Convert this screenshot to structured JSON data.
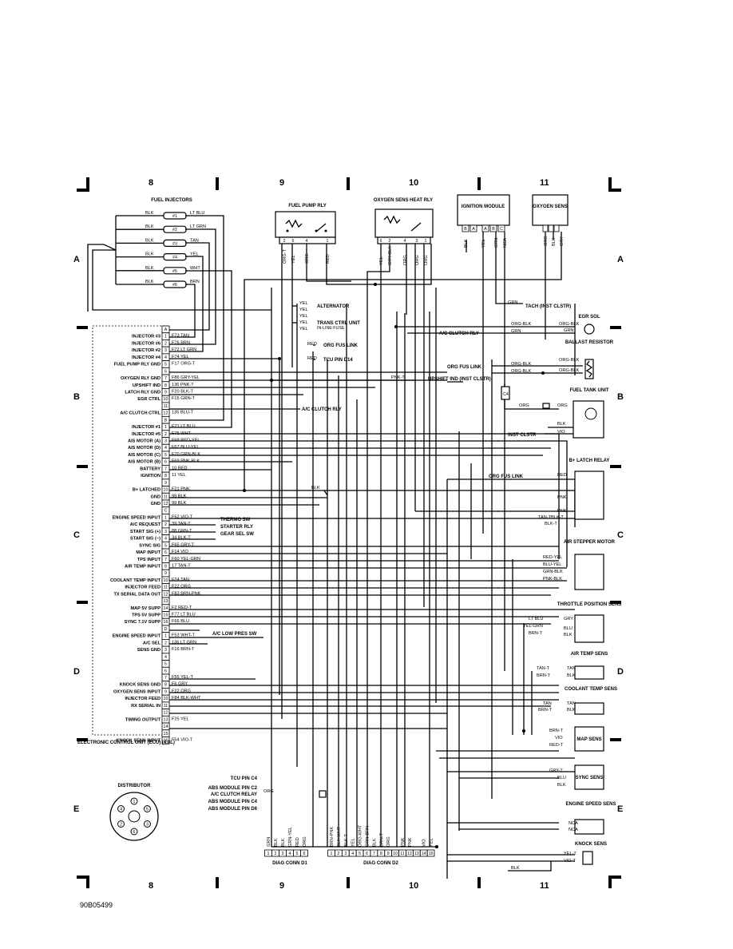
{
  "sheet": {
    "columns": [
      "8",
      "9",
      "10",
      "11"
    ],
    "rows": [
      "A",
      "B",
      "C",
      "D",
      "E"
    ],
    "figure_id": "90B05499"
  },
  "ecu": {
    "title": "ELECTRONIC CONTROL UNIT (ECU) (4.0L)",
    "pins": [
      {
        "pin": "A",
        "func": "",
        "wire": ""
      },
      {
        "pin": "1",
        "func": "INJECTOR #3",
        "wire": "F73 TAN"
      },
      {
        "pin": "2",
        "func": "INJECTOR #6",
        "wire": "F76 BRN"
      },
      {
        "pin": "3",
        "func": "INJECTOR #2",
        "wire": "F72 LT GRN"
      },
      {
        "pin": "4",
        "func": "INJECTOR #4",
        "wire": "F74 YEL"
      },
      {
        "pin": "5",
        "func": "FUEL PUMP RLY GND",
        "wire": "F17 ORG-T"
      },
      {
        "pin": "6",
        "func": "",
        "wire": ""
      },
      {
        "pin": "7",
        "func": "OXYGEN RLY GND",
        "wire": "F86 GRY-YEL"
      },
      {
        "pin": "8",
        "func": "UPSHIFT IND",
        "wire": "136 PNK-T"
      },
      {
        "pin": "9",
        "func": "LATCH RLY GND",
        "wire": "F20 BLK-T"
      },
      {
        "pin": "10",
        "func": "EGR CTRL",
        "wire": "F15 GRN-T"
      },
      {
        "pin": "11",
        "func": "",
        "wire": ""
      },
      {
        "pin": "12",
        "func": "A/C CLUTCH CTRL",
        "wire": "135 BLU-T"
      },
      {
        "pin": "B",
        "func": "",
        "wire": ""
      },
      {
        "pin": "1",
        "func": "INJECTOR #1",
        "wire": "F71 LT BLU"
      },
      {
        "pin": "2",
        "func": "INJECTOR #5",
        "wire": "F75 WHT"
      },
      {
        "pin": "3",
        "func": "AIS MOTOR (A)",
        "wire": "F68 RED-YEL"
      },
      {
        "pin": "4",
        "func": "AIS MOTOR (D)",
        "wire": "F67 BLU-YEL"
      },
      {
        "pin": "5",
        "func": "AIS MOTOR (C)",
        "wire": "F70 GRN-BLK"
      },
      {
        "pin": "6",
        "func": "AIS MOTOR (B)",
        "wire": "F69 PNK-BLK"
      },
      {
        "pin": "7",
        "func": "BATTERY",
        "wire": "10 RED"
      },
      {
        "pin": "8",
        "func": "IGNITION",
        "wire": "11 YEL"
      },
      {
        "pin": "9",
        "func": "",
        "wire": ""
      },
      {
        "pin": "10",
        "func": "B+ LATCHED",
        "wire": "F21 PNK"
      },
      {
        "pin": "11",
        "func": "GND",
        "wire": "99 BLK"
      },
      {
        "pin": "12",
        "func": "GND",
        "wire": "99 BLK"
      },
      {
        "pin": "C",
        "func": "",
        "wire": ""
      },
      {
        "pin": "1",
        "func": "ENGINE SPEED INPUT",
        "wire": "F52 VIO-T"
      },
      {
        "pin": "2",
        "func": "A/C REQUEST",
        "wire": "39 TAN-T"
      },
      {
        "pin": "3",
        "func": "START SIG (+)",
        "wire": "88 GRN-T"
      },
      {
        "pin": "4",
        "func": "START SIG (−)",
        "wire": "34 BLK-T"
      },
      {
        "pin": "5",
        "func": "SYNC SIG",
        "wire": "F65 GRY-T"
      },
      {
        "pin": "6",
        "func": "MAP INPUT",
        "wire": "F14 VIO"
      },
      {
        "pin": "7",
        "func": "TPS INPUT",
        "wire": "F60 YEL-GRN"
      },
      {
        "pin": "8",
        "func": "AIR TEMP INPUT",
        "wire": "17 TAN-T"
      },
      {
        "pin": "9",
        "func": "",
        "wire": ""
      },
      {
        "pin": "10",
        "func": "COOLANT TEMP INPUT",
        "wire": "F24 TAN"
      },
      {
        "pin": "11",
        "func": "INJECTOR FEED",
        "wire": "F22 ORG"
      },
      {
        "pin": "12",
        "func": "TX SERIAL DATA OUT",
        "wire": "F83 BRN-PNK"
      },
      {
        "pin": "13",
        "func": "",
        "wire": ""
      },
      {
        "pin": "14",
        "func": "MAP 5V SUPP",
        "wire": "F2 RED-T"
      },
      {
        "pin": "15",
        "func": "TPS 5V SUPP",
        "wire": "F77 LT BLU"
      },
      {
        "pin": "16",
        "func": "SYNC 7.1V SUPP",
        "wire": "F66 BLU"
      },
      {
        "pin": "D",
        "func": "",
        "wire": ""
      },
      {
        "pin": "1",
        "func": "ENGINE SPEED INPUT",
        "wire": "F53 WHT-T"
      },
      {
        "pin": "2",
        "func": "A/C SEL",
        "wire": "136 LT GRN"
      },
      {
        "pin": "3",
        "func": "SENS GND",
        "wire": "F16 BRN-T"
      },
      {
        "pin": "4",
        "func": "",
        "wire": ""
      },
      {
        "pin": "5",
        "func": "",
        "wire": ""
      },
      {
        "pin": "6",
        "func": "",
        "wire": ""
      },
      {
        "pin": "7",
        "func": "",
        "wire": "F55 YEL-T"
      },
      {
        "pin": "8",
        "func": "KNOCK SENS GND",
        "wire": "F6 GRY"
      },
      {
        "pin": "9",
        "func": "OXYGEN SENS INPUT",
        "wire": "F22 ORG"
      },
      {
        "pin": "10",
        "func": "INJECTOR FEED",
        "wire": "F84 BLK-WHT"
      },
      {
        "pin": "11",
        "func": "RX SERIAL IN",
        "wire": ""
      },
      {
        "pin": "12",
        "func": "",
        "wire": ""
      },
      {
        "pin": "13",
        "func": "TIMING OUTPUT",
        "wire": "F25 YEL"
      },
      {
        "pin": "14",
        "func": "",
        "wire": ""
      },
      {
        "pin": "15",
        "func": "",
        "wire": ""
      },
      {
        "pin": "16",
        "func": "KNOCK SENS INPUT",
        "wire": "F54 VIO-T"
      }
    ]
  },
  "injectors": {
    "title": "FUEL INJECTORS",
    "items": [
      {
        "num": "#1",
        "left": "BLK",
        "right": "LT BLU"
      },
      {
        "num": "#2",
        "left": "BLK",
        "right": "LT GRN"
      },
      {
        "num": "#3",
        "left": "BLK",
        "right": "TAN"
      },
      {
        "num": "#4",
        "left": "BLK",
        "right": "YEL"
      },
      {
        "num": "#5",
        "left": "BLK",
        "right": "WHT"
      },
      {
        "num": "#6",
        "left": "BLK",
        "right": "BRN"
      }
    ]
  },
  "relays": {
    "fuel_pump": {
      "title": "FUEL PUMP RLY",
      "pins": [
        "2",
        "6",
        "4",
        "1"
      ],
      "wires": [
        "ORG-T",
        "YEL",
        "ORG",
        "RED"
      ]
    },
    "oxygen_heat": {
      "title": "OXYGEN SENS HEAT RLY",
      "pins": [
        "6",
        "2",
        "4",
        "3",
        "1"
      ],
      "wires": [
        "YEL",
        "GRY-BLK",
        "ORG",
        "ORG",
        "ORG"
      ]
    },
    "ignition_module": {
      "title": "IGNITION MODULE",
      "pins": [
        "B",
        "A",
        "A",
        "B",
        "C"
      ],
      "wires": [
        "BLK",
        "YEL",
        "GRN",
        "NCA"
      ]
    },
    "oxygen_sens": {
      "title": "OXYGEN SENS",
      "wires": [
        "ORG",
        "BLK",
        "GRY"
      ]
    }
  },
  "right_components": {
    "tach": "TACH (INST CLSTR)",
    "egr_sol": "EGR SOL",
    "ballast": "BALLAST RESISTOR",
    "fuel_tank": "FUEL TANK UNIT",
    "inst_clstr": "INST CLSTR",
    "latch_relay": "B+ LATCH RELAY",
    "air_stepper": "AIR STEPPER MOTOR",
    "throttle": "THROTTLE POSITION SENS",
    "air_temp": "AIR TEMP SENS",
    "coolant": "COOLANT TEMP SENS",
    "map": "MAP SENS",
    "sync": "SYNC SENS",
    "engine_speed": "ENGINE SPEED SENS",
    "knock": "KNOCK SENS"
  },
  "wire_labels": {
    "grn_tach": "GRN",
    "org_blk_egr": "ORG-BLK",
    "grn_egr": "GRN",
    "org_blk_egr2": "ORG-BLK",
    "ac_clutch_rly_1": "A/C CLUTCH RLY",
    "org_fus_link": "ORG FUS LINK",
    "org_blk_1": "ORG-BLK",
    "org_blk_2": "ORG-BLK",
    "org_blk_3": "ORG-BLK",
    "c4": "C4",
    "org_tank": "ORG",
    "org_tank2": "ORG",
    "blk_tank": "BLK",
    "vio_tank": "VIO",
    "red_latch": "RED",
    "pnk_latch": "PNK",
    "pnk_latch2": "PNK",
    "blk_t_latch": "BLK-T",
    "blk_t_latch2": "BLK-T",
    "tan_t_latch": "TAN-T",
    "red_yel": "RED-YEL",
    "blu_yel": "BLU-YEL",
    "grn_blk": "GRN-BLK",
    "pnk_blk": "PNK-BLK",
    "lt_blu": "LT BLU",
    "yel_grn": "YEL-GRN",
    "brn_t_tps": "BRN-T",
    "gry_tps": "GRY",
    "blu_tps": "BLU",
    "blk_tps": "BLK",
    "tan_t_air": "TAN-T",
    "brn_t_air": "BRN-T",
    "tan_air": "TAN",
    "blk_air": "BLK",
    "tan_cool": "TAN",
    "brn_t_cool": "BRN-T",
    "tan_cool2": "TAN",
    "blk_cool": "BLK",
    "brn_t_map": "BRN-T",
    "vio_map": "VIO",
    "red_t_map": "RED-T",
    "gry_t_sync": "GRY-T",
    "blu_sync": "BLU",
    "blk_sync": "BLK",
    "nca_1": "NCA",
    "nca_2": "NCA",
    "yel_t_knock": "YEL-T",
    "vio_t_knock": "VIO-T",
    "blk_knock": "BLK",
    "pnk_t_upshift": "PNK-T",
    "pnk_latch_fus": "ORG FUS LINK",
    "blk_gnd": "BLK",
    "org_ac": "ORG"
  },
  "callouts": {
    "alternator": "ALTERNATOR",
    "trans_ctrl": "TRANS CTRL UNIT",
    "inline_fuse": "IN-LINE FUSE",
    "fus_link": "ORG FUS LINK",
    "red_1": "RED",
    "tcu_pin": "TCU PIN D14",
    "red_2": "RED",
    "upshift_ind": "UPSHIFT IND (INST CLSTR)",
    "ac_clutch_rly": "A/C CLUTCH RLY",
    "thermo_sw": "THERMO SW",
    "starter_rly": "STARTER RLY",
    "gear_sel_sw": "GEAR SEL SW",
    "ac_low_press": "A/C LOW PRES SW",
    "yel_1": "YEL",
    "yel_2": "YEL",
    "yel_3": "YEL",
    "yel_4": "YEL",
    "yel_5": "YEL"
  },
  "bottom_connectors": {
    "tcu_pin_c4": "TCU PIN C4",
    "abs_c2": "ABS MODULE PIN C2",
    "ac_clutch_relay": "A/C CLUTCH RELAY",
    "abs_c4": "ABS MODULE PIN C4",
    "abs_d6": "ABS MODULE PIN D6",
    "distributor": "DISTRIBUTOR",
    "diag_d1": {
      "title": "DIAG CONN D1",
      "pins": [
        "1",
        "2",
        "3",
        "4",
        "5",
        "6"
      ],
      "wires": [
        "GRN",
        "BLK",
        "BLK",
        "GRN-YEL",
        "RED",
        "ORG"
      ]
    },
    "diag_d2": {
      "title": "DIAG CONN D2",
      "pins": [
        "1",
        "2",
        "3",
        "4",
        "5",
        "6",
        "7",
        "8",
        "9",
        "10",
        "11",
        "12",
        "13",
        "14",
        "15"
      ],
      "wires": [
        "BRN-PNK",
        "BLK-WHT",
        "BLK-T",
        "YEL",
        "ORG-WHT",
        "GRN-BRN",
        "BLK",
        "BRN-T",
        "ORG",
        "",
        "PNK",
        "PNK",
        "",
        "VIO",
        "YEL"
      ]
    }
  }
}
